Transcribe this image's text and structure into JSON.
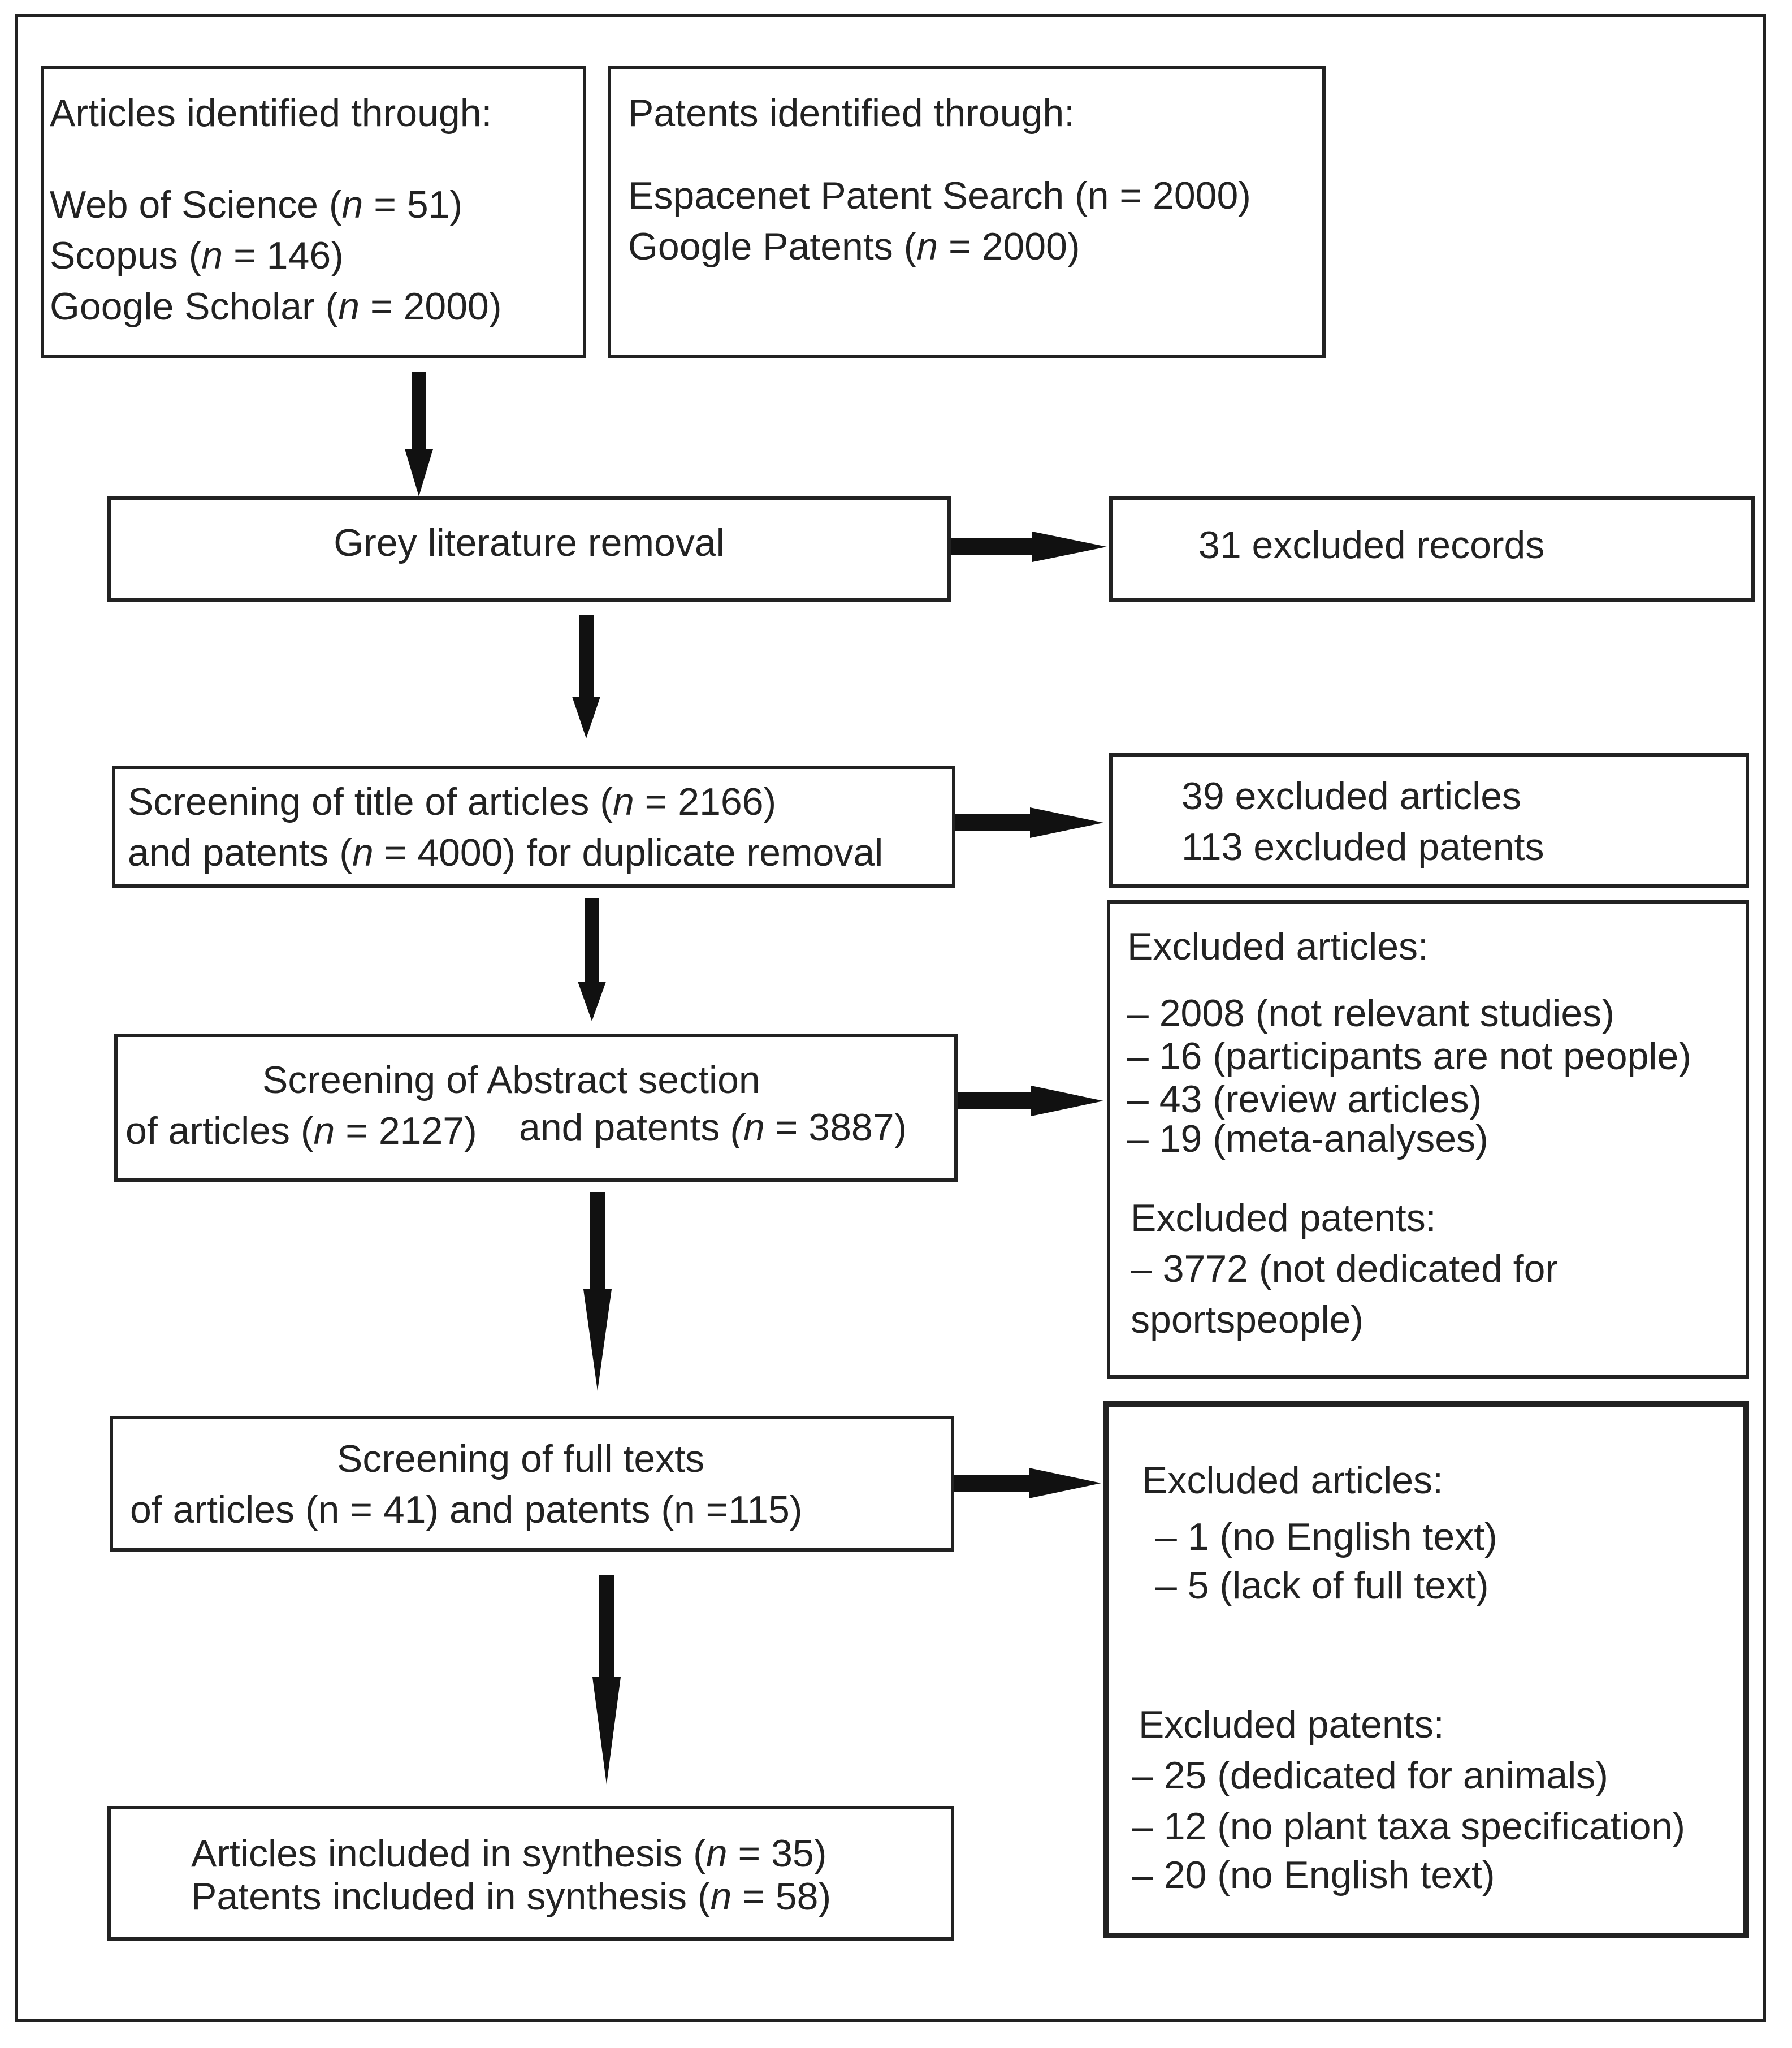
{
  "articles_sources": {
    "heading": "Articles identified through:",
    "lines": [
      {
        "pre": "Web of Science  (",
        "n": "n",
        "post": " = 51)"
      },
      {
        "pre": "Scopus (",
        "n": "n",
        "post": " = 146)"
      },
      {
        "pre": "Google Scholar (",
        "n": "n",
        "post": " = 2000)"
      }
    ]
  },
  "patents_sources": {
    "heading": "Patents identified through:",
    "lines": [
      {
        "pre": "Espacenet Patent Search (n = 2000)",
        "n": "",
        "post": ""
      },
      {
        "pre": "Google Patents (",
        "n": "n",
        "post": " = 2000)"
      }
    ]
  },
  "grey_removal": {
    "label": "Grey literature removal"
  },
  "grey_excluded": {
    "label": "31 excluded records"
  },
  "title_screening": {
    "line1": {
      "pre": "Screening of title of articles (",
      "n": "n",
      "post": " = 2166)"
    },
    "line2": {
      "pre": "and patents (",
      "n": "n",
      "post": " = 4000) for duplicate removal"
    }
  },
  "title_excluded": {
    "line1": "39 excluded articles",
    "line2": "113 excluded patents"
  },
  "abstract_screening": {
    "line1": "Screening of Abstract section",
    "line2a": {
      "pre": "of articles (",
      "n": "n",
      "post": " = 2127)"
    },
    "line2b": {
      "pre": "and patents ",
      "n": "(n",
      "post": " = 3887)"
    }
  },
  "abstract_excluded": {
    "articles_heading": "Excluded articles:",
    "articles": [
      "– 2008 (not relevant studies)",
      "– 16 (participants are not people)",
      "– 43 (review articles)",
      "– 19 (meta-analyses)"
    ],
    "patents_heading": "Excluded patents:",
    "patents": [
      "– 3772 (not dedicated for",
      "sportspeople)"
    ]
  },
  "fulltext_screening": {
    "line1": "Screening of full texts",
    "line2": "of articles (n = 41) and patents (n =115)"
  },
  "fulltext_excluded": {
    "articles_heading": "Excluded articles:",
    "articles": [
      "– 1 (no English text)",
      "– 5 (lack of full text)"
    ],
    "patents_heading": "Excluded patents:",
    "patents": [
      "– 25 (dedicated for animals)",
      "– 12 (no plant taxa specification)",
      "– 20 (no English text)"
    ]
  },
  "included": {
    "line1": {
      "pre": "Articles included in synthesis (",
      "n": "n",
      "post": " = 35)"
    },
    "line2": {
      "pre": "Patents included in synthesis (",
      "n": "n",
      "post": " = 58)"
    }
  }
}
